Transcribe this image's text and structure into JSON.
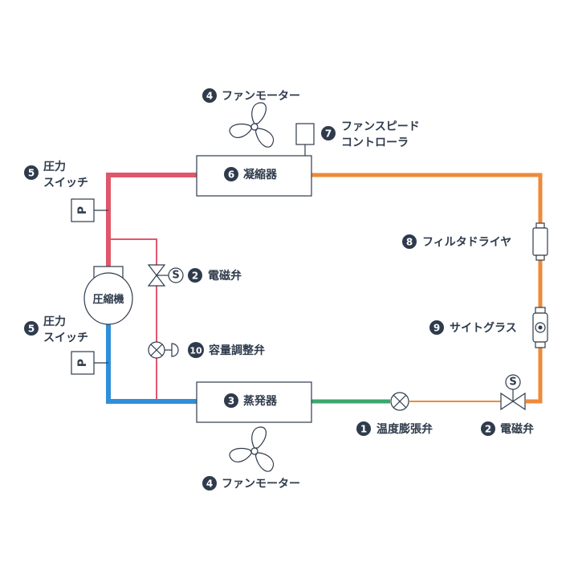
{
  "colors": {
    "hot_gas": "#e0566b",
    "suction": "#2f8fd9",
    "liquid": "#ee8a3a",
    "expansion": "#3aa76d",
    "outline": "#2f3b4c",
    "badge": "#2f3b4c"
  },
  "components": {
    "condenser": {
      "num": "6",
      "label": "凝縮器"
    },
    "evaporator": {
      "num": "3",
      "label": "蒸発器"
    },
    "compressor": {
      "label": "圧縮機"
    }
  },
  "labels": {
    "fan_top": {
      "num": "4",
      "label": "ファンモーター"
    },
    "fan_bottom": {
      "num": "4",
      "label": "ファンモーター"
    },
    "fan_speed": {
      "num": "7",
      "line1": "ファンスピード",
      "line2": "コントローラ"
    },
    "pressure_switch_top": {
      "num": "5",
      "line1": "圧力",
      "line2": "スイッチ",
      "symbol": "P"
    },
    "pressure_switch_bottom": {
      "num": "5",
      "line1": "圧力",
      "line2": "スイッチ",
      "symbol": "P"
    },
    "solenoid_left": {
      "num": "2",
      "label": "電磁弁",
      "symbol": "S"
    },
    "capacity_valve": {
      "num": "10",
      "label": "容量調整弁"
    },
    "filter_drier": {
      "num": "8",
      "label": "フィルタドライヤ"
    },
    "sight_glass": {
      "num": "9",
      "label": "サイトグラス"
    },
    "expansion_valve": {
      "num": "1",
      "label": "温度膨張弁"
    },
    "solenoid_right": {
      "num": "2",
      "label": "電磁弁",
      "symbol": "S"
    }
  }
}
